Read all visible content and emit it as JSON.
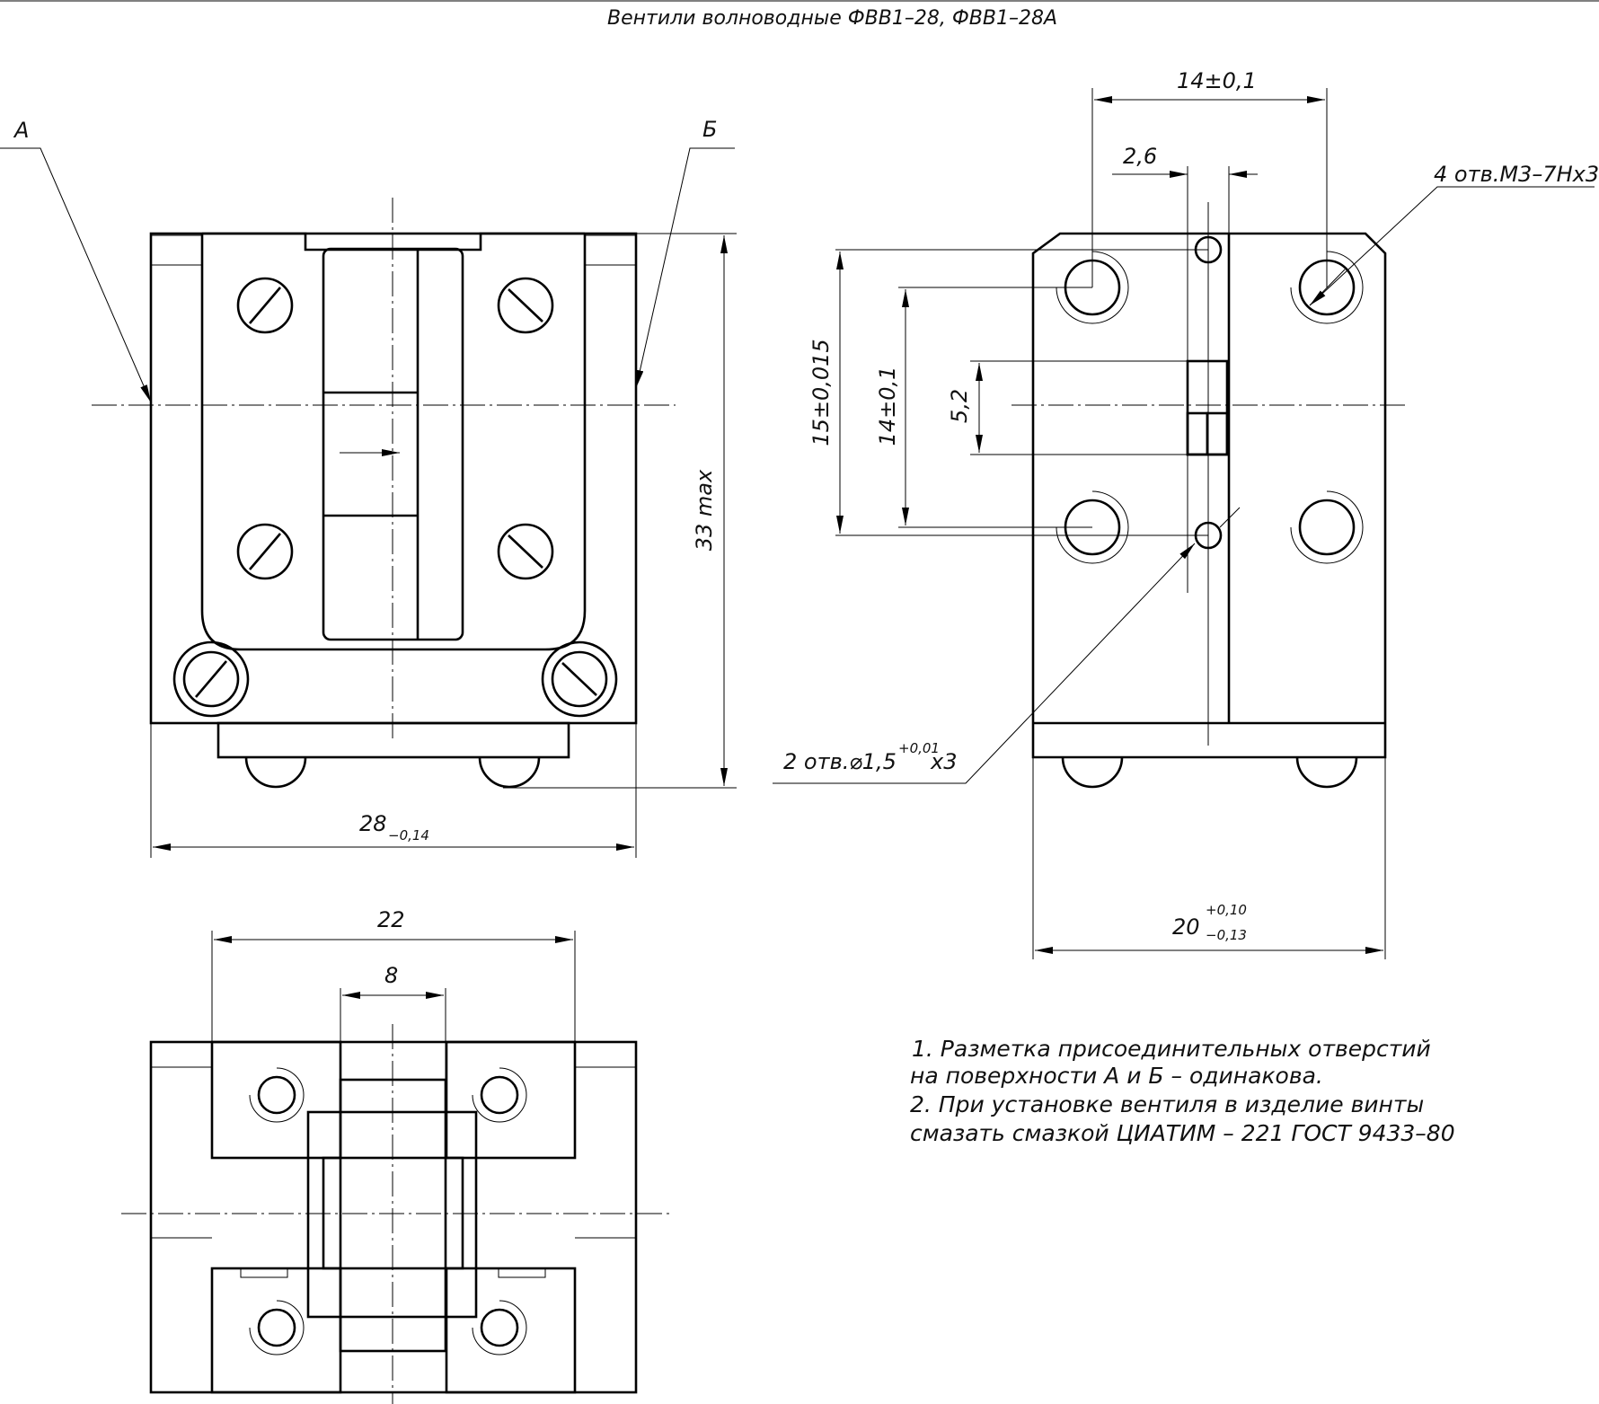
{
  "title": "Вентили волноводные ФВВ1–28, ФВВ1–28А",
  "labels": {
    "surface_a": "А",
    "surface_b": "Б"
  },
  "dims": {
    "width_28": "28",
    "width_28_tol": "−0,14",
    "height_33": "33 max",
    "hole_spacing_14h": "14±0,1",
    "pin_offset": "2,6",
    "thread_holes": "4 отв.М3–7Нх3",
    "span_15": "15±0,015",
    "span_14v": "14±0,1",
    "win_5_2": "5,2",
    "pin_holes": "2 отв.⌀1,5",
    "pin_holes_tol": "+0,01",
    "pin_holes_depth": "х3",
    "width_20": "20",
    "width_20_tol_upper": "+0,10",
    "width_20_tol_lower": "−0,13",
    "span_22": "22",
    "span_8": "8"
  },
  "notes": [
    "1. Разметка присоединительных отверстий",
    "на поверхности А и Б – одинакова.",
    "2. При установке вентиля в изделие винты",
    "смазать смазкой ЦИАТИМ – 221 ГОСТ 9433–80"
  ]
}
